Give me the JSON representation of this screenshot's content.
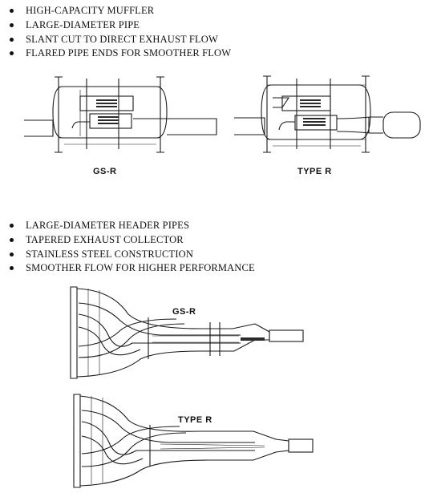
{
  "muffler_section": {
    "features": [
      "HIGH-CAPACITY MUFFLER",
      "LARGE-DIAMETER PIPE",
      "SLANT CUT TO DIRECT EXHAUST FLOW",
      "FLARED PIPE ENDS FOR SMOOTHER FLOW"
    ],
    "captions": {
      "left": "GS-R",
      "right": "TYPE R"
    }
  },
  "header_section": {
    "features": [
      "LARGE-DIAMETER HEADER PIPES",
      "TAPERED EXHAUST COLLECTOR",
      "STAINLESS STEEL CONSTRUCTION",
      "SMOOTHER FLOW FOR HIGHER PERFORMANCE"
    ],
    "captions": {
      "top": "GS-R",
      "bottom": "TYPE R"
    }
  }
}
